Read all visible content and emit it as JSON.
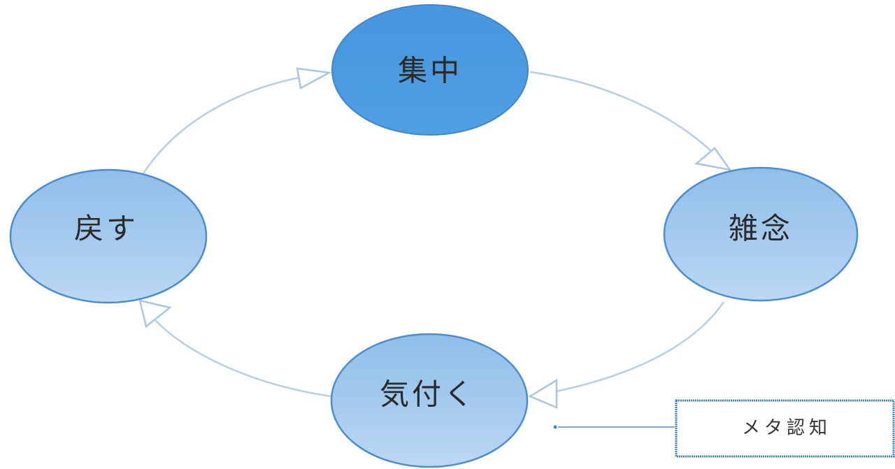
{
  "diagram": {
    "nodes": {
      "top": {
        "label": "集中"
      },
      "right": {
        "label": "雑念"
      },
      "bottom": {
        "label": "気付く"
      },
      "left": {
        "label": "戻す"
      }
    },
    "callout": {
      "label": "メタ認知"
    }
  },
  "colors": {
    "top_fill": "#4d9de0",
    "node_fill_light": "#b3d3f0",
    "node_fill_dark": "#7fb4e6",
    "node_stroke": "#3f86cc",
    "arrow_stroke": "#a9c6e3",
    "callout_border": "#3f86cc"
  }
}
